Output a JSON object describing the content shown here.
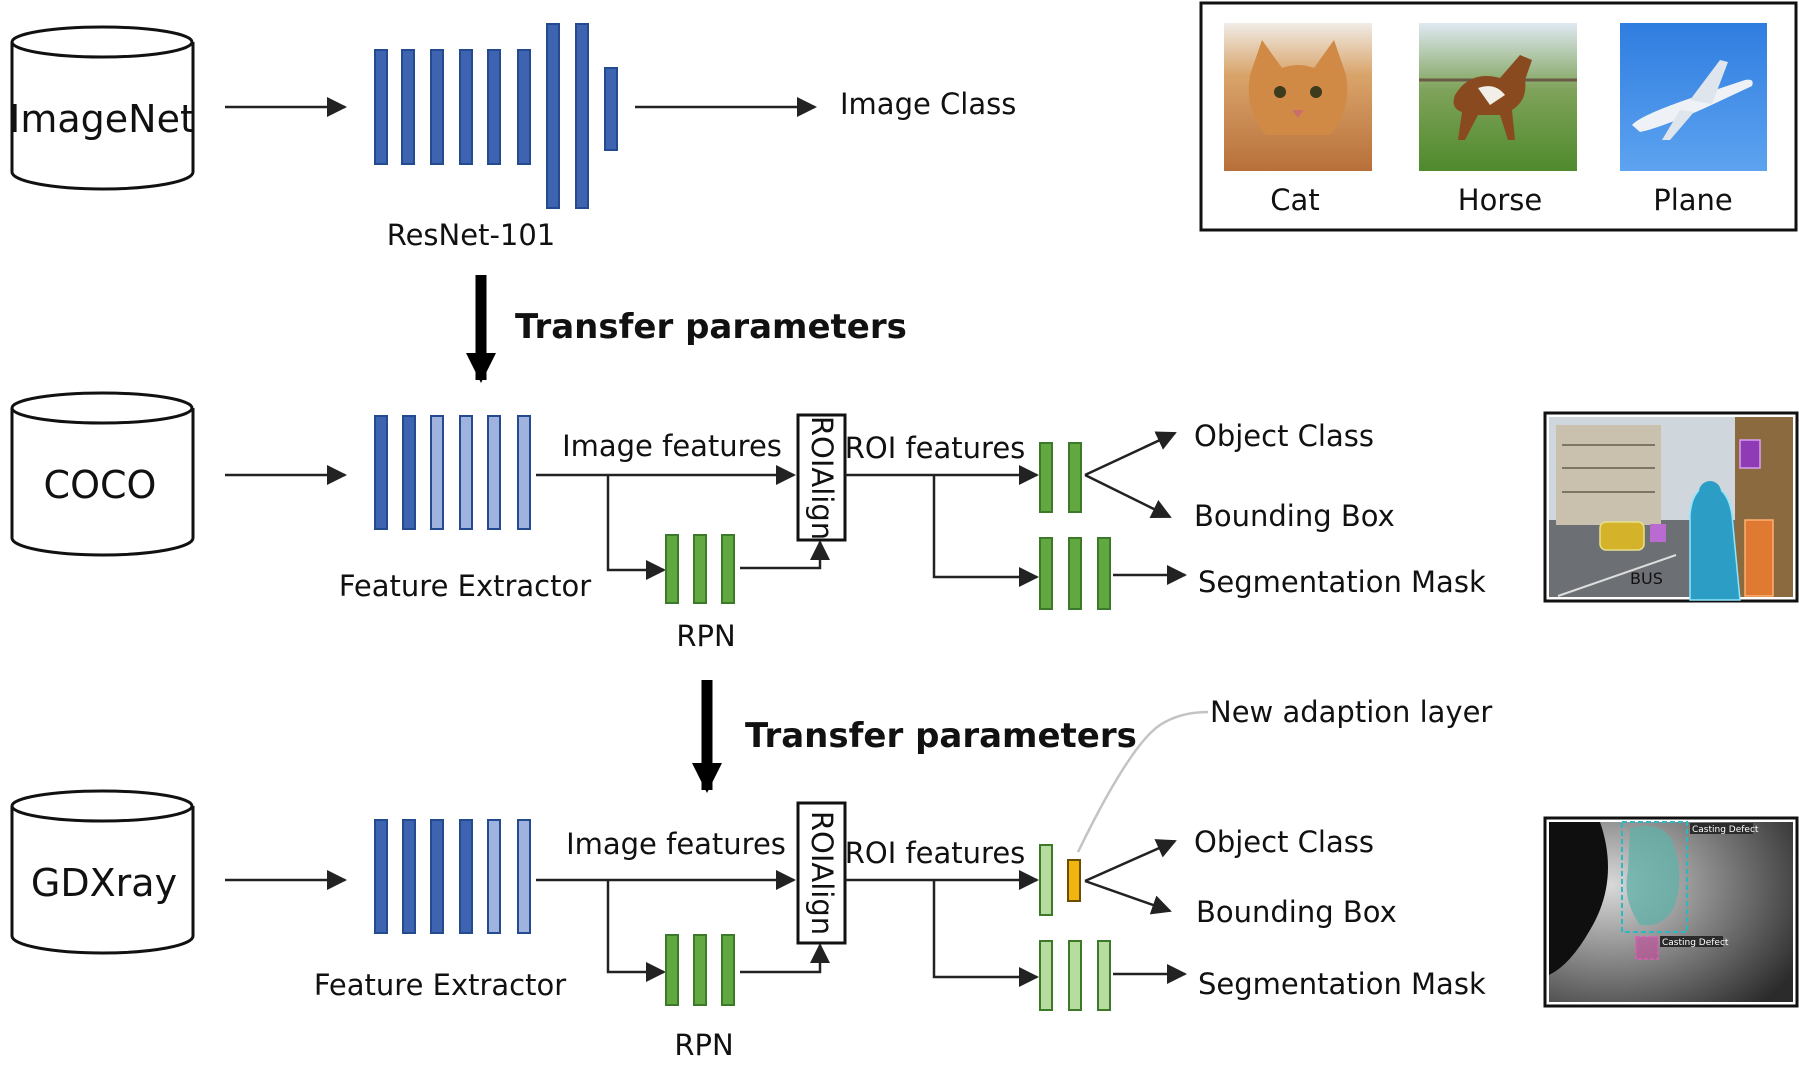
{
  "colors": {
    "dark_blue": "#3e63b0",
    "blue_stroke": "#244a8f",
    "light_blue": "#9fb3de",
    "green": "#62a840",
    "green_stroke": "#3c7a2a",
    "light_green": "#b7dca0",
    "orange": "#f2b50f",
    "arrow": "#222222"
  },
  "stage1": {
    "dataset": "ImageNet",
    "network_label": "ResNet-101",
    "output": "Image Class",
    "examples": [
      "Cat",
      "Horse",
      "Plane"
    ]
  },
  "transfer_1": "Transfer parameters",
  "stage2": {
    "dataset": "COCO",
    "extractor_label": "Feature Extractor",
    "image_features": "Image features",
    "roialign": "ROIAlign",
    "rpn": "RPN",
    "roi_features": "ROI features",
    "outputs": [
      "Object Class",
      "Bounding Box",
      "Segmentation Mask"
    ]
  },
  "transfer_2": "Transfer parameters",
  "stage3": {
    "dataset": "GDXray",
    "extractor_label": "Feature Extractor",
    "image_features": "Image features",
    "roialign": "ROIAlign",
    "rpn": "RPN",
    "roi_features": "ROI features",
    "adaption_label": "New adaption layer",
    "outputs": [
      "Object Class",
      "Bounding Box",
      "Segmentation Mask"
    ],
    "detections": [
      "Casting Defect",
      "Casting Defect"
    ]
  },
  "icons": [
    "database-cylinder-icon",
    "cat-photo",
    "horse-photo",
    "plane-photo",
    "street-scene-photo",
    "xray-casting-photo"
  ]
}
